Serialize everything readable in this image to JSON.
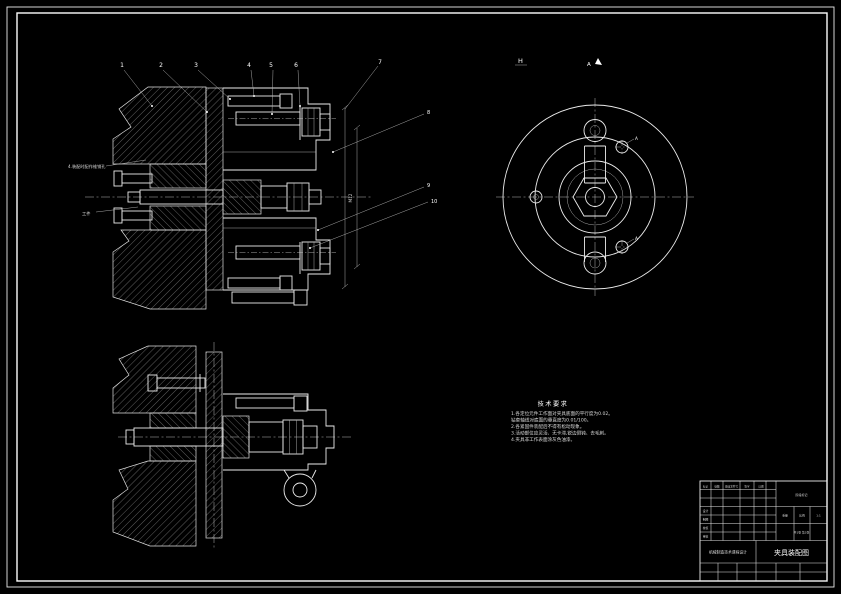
{
  "section_main": {
    "callouts": [
      "1",
      "2",
      "3",
      "4",
      "5",
      "6",
      "7"
    ],
    "side_callouts": [
      "8",
      "9",
      "10"
    ],
    "dim_label": "M12",
    "annotation_1": "4.装配时配作锥销孔",
    "annotation_2": "工件"
  },
  "front_view": {
    "view_label": "A",
    "corner_label": "H",
    "datum_label_1": "A",
    "datum_label_2": "A"
  },
  "notes": {
    "title": "技术要求",
    "lines": [
      "1.各定位元件工作面对夹具底面的平行度为0.02。",
      "  钻套轴线对底面的垂直度为0.01/100。",
      "2.各紧固件装配后不得有松动现象。",
      "3.活动部位应灵活、无卡滞,锐边倒钝、去毛刺。",
      "4.夹具非工作表面涂灰色油漆。"
    ]
  },
  "titleblock": {
    "title": "夹具装配图",
    "org": "机械制造技术课程设计",
    "row_labels": [
      "标记",
      "处数",
      "更改文件号",
      "签字",
      "日期"
    ],
    "left_labels": [
      "设计",
      "制图",
      "校核",
      "审核"
    ],
    "stage_label": "阶段标记",
    "weight_label": "重量",
    "scale_label": "比例",
    "scale_value": "1:1",
    "sheet_label": "共1张 第1张"
  }
}
